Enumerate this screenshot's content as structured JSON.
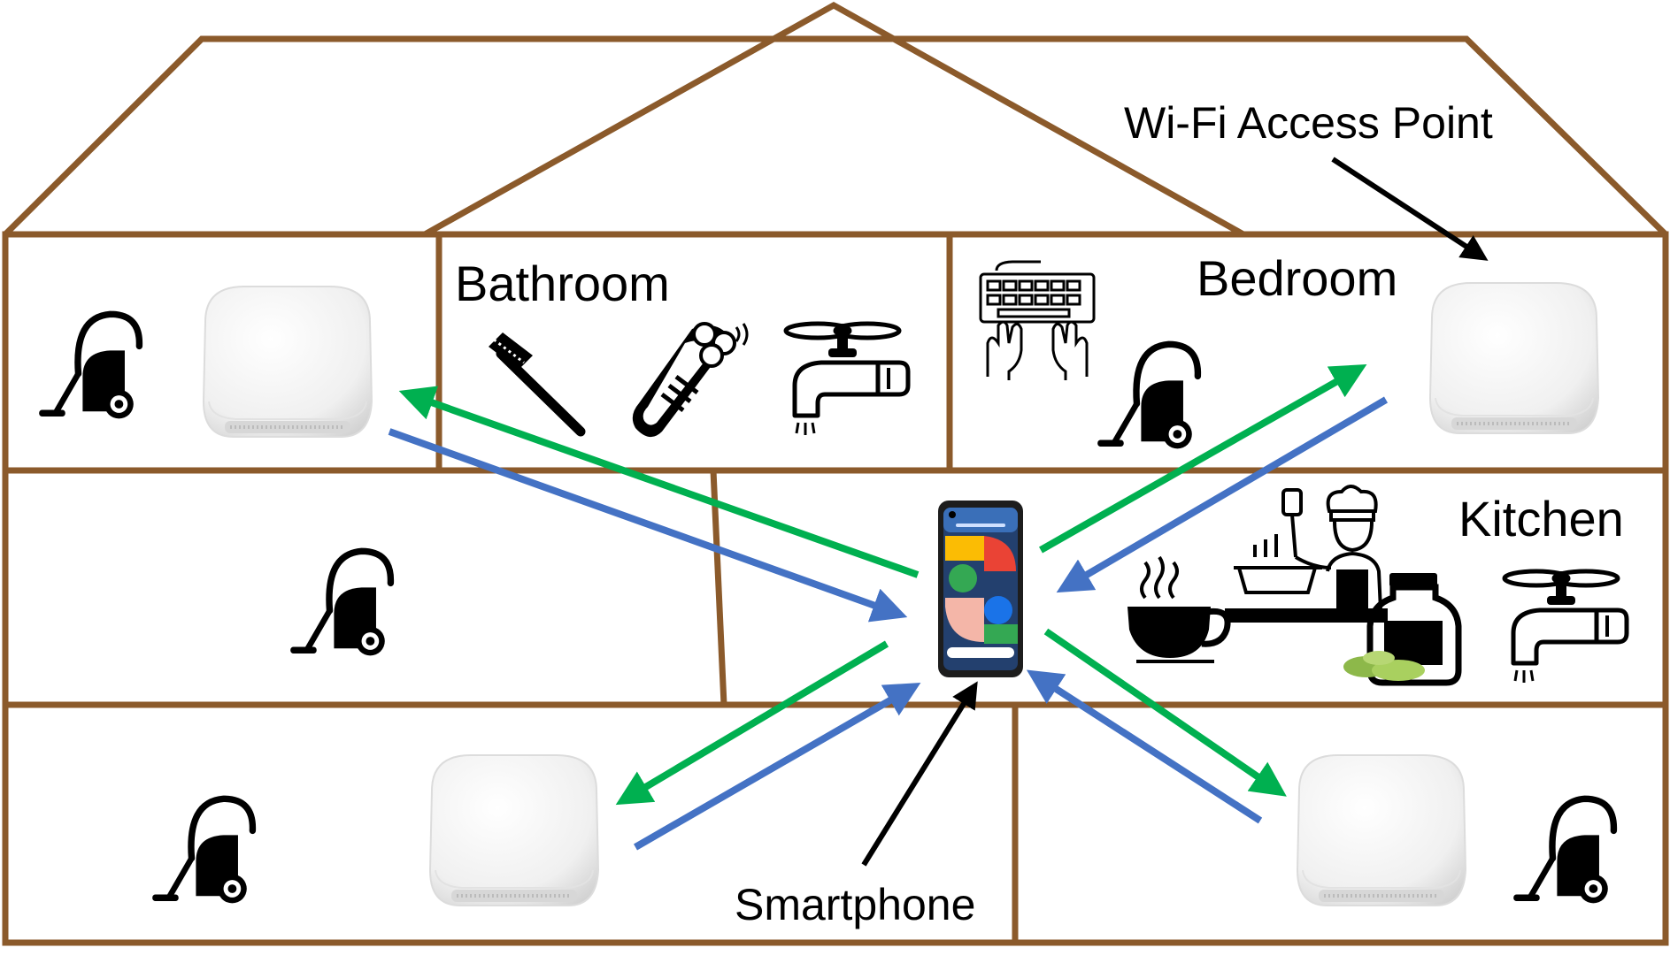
{
  "labels": {
    "bathroom": "Bathroom",
    "bedroom": "Bedroom",
    "kitchen": "Kitchen",
    "access_point": "Wi-Fi Access Point",
    "smartphone": "Smartphone"
  },
  "colors": {
    "wall": "#8B5A2B",
    "uplink": "#00B050",
    "downlink": "#4472C4",
    "pointer": "#000000"
  },
  "icons": [
    "vacuum-cleaner-icon",
    "wifi-access-point-icon",
    "toothbrush-icon",
    "electric-shaver-icon",
    "water-tap-icon",
    "keyboard-icon",
    "coffee-cup-icon",
    "chef-icon",
    "jar-icon",
    "smartphone-icon"
  ]
}
